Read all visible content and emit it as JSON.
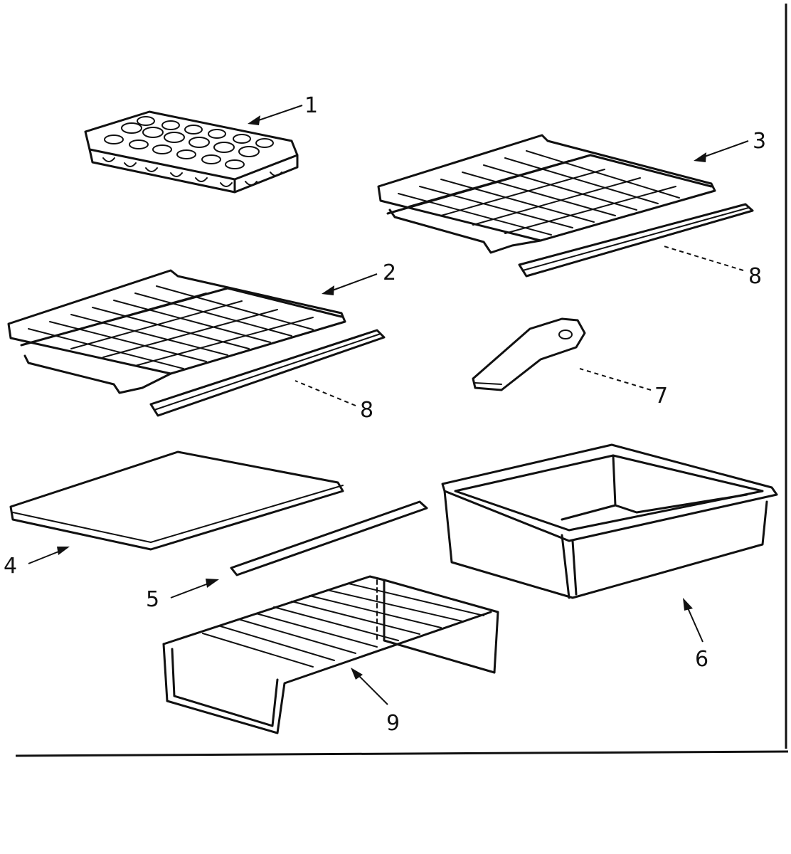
{
  "callouts": [
    {
      "id": "1",
      "label": "1"
    },
    {
      "id": "2",
      "label": "2"
    },
    {
      "id": "3",
      "label": "3"
    },
    {
      "id": "4",
      "label": "4"
    },
    {
      "id": "5",
      "label": "5"
    },
    {
      "id": "6",
      "label": "6"
    },
    {
      "id": "7",
      "label": "7"
    },
    {
      "id": "8a",
      "label": "8"
    },
    {
      "id": "8b",
      "label": "8"
    },
    {
      "id": "9",
      "label": "9"
    }
  ],
  "colors": {
    "ink": "#111111",
    "paper": "#ffffff"
  }
}
